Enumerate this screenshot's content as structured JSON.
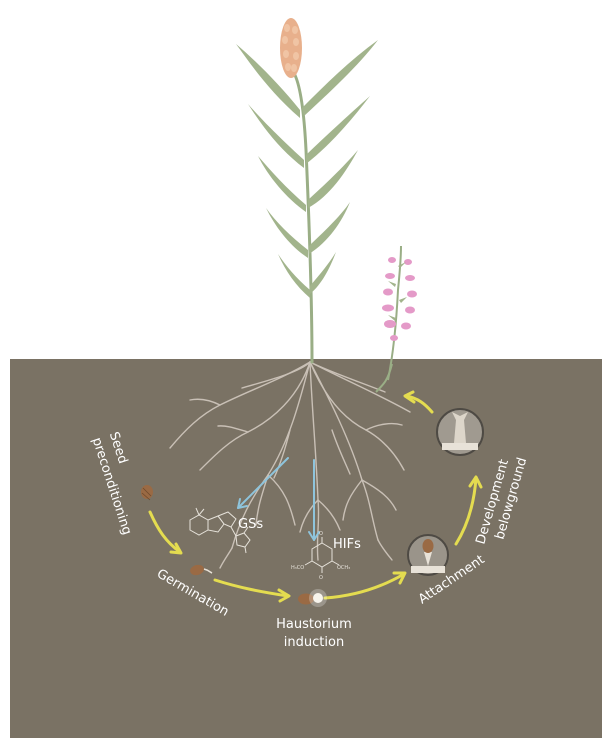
{
  "colors": {
    "sky": "#ffffff",
    "soil": "#7a7264",
    "root": "#c9c0b6",
    "leaf": "#a2b48c",
    "stem": "#9aae86",
    "spike": "#e8b08c",
    "parasite_flower": "#e49ac8",
    "signal_arrow": "#8ec4dc",
    "cycle_arrow": "#e4dc50",
    "seed": "#9a6a44",
    "label": "#ffffff"
  },
  "labels": {
    "seed_preconditioning": [
      "Seed",
      "preconditioning"
    ],
    "germination": "Germination",
    "haustorium_induction": [
      "Haustorium",
      "induction"
    ],
    "attachment": "Attachment",
    "development_belowground": [
      "Development",
      "belowground"
    ],
    "gss": "GSs",
    "hifs": "HIFs"
  },
  "chemistry": {
    "hif_groups": [
      "H₃CO",
      "OCH₃",
      "O",
      "O"
    ]
  },
  "icons": [
    "host-plant",
    "parasite-plant",
    "seed-icon",
    "attachment-inset-icon",
    "development-inset-icon"
  ]
}
